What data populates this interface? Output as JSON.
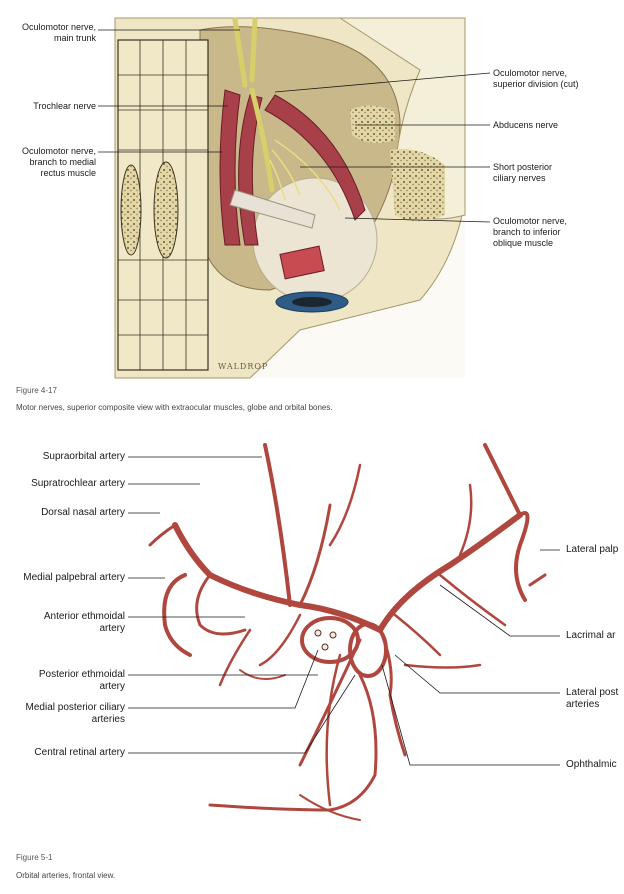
{
  "figure1": {
    "number": "Figure 4-17",
    "caption": "Motor nerves, superior composite view with extraocular muscles, globe and orbital bones.",
    "signature": "WALDROP",
    "labels_left": [
      {
        "line1": "Oculomotor nerve,",
        "line2": "main trunk"
      },
      {
        "line1": "Trochlear nerve",
        "line2": ""
      },
      {
        "line1": "Oculomotor nerve,",
        "line2": "branch to medial",
        "line3": "rectus muscle"
      }
    ],
    "labels_right": [
      {
        "line1": "Oculomotor nerve,",
        "line2": "superior division (cut)"
      },
      {
        "line1": "Abducens nerve",
        "line2": ""
      },
      {
        "line1": "Short posterior",
        "line2": "ciliary nerves"
      },
      {
        "line1": "Oculomotor nerve,",
        "line2": "branch to inferior",
        "line3": "oblique muscle"
      }
    ]
  },
  "figure2": {
    "number": "Figure 5-1",
    "caption": "Orbital arteries, frontal view.",
    "labels_left": [
      {
        "line1": "Supraorbital artery"
      },
      {
        "line1": "Supratrochlear artery"
      },
      {
        "line1": "Dorsal nasal artery"
      },
      {
        "line1": "Medial palpebral artery"
      },
      {
        "line1": "Anterior ethmoidal",
        "line2": "artery"
      },
      {
        "line1": "Posterior ethmoidal",
        "line2": "artery"
      },
      {
        "line1": "Medial posterior ciliary",
        "line2": "arteries"
      },
      {
        "line1": "Central retinal artery"
      }
    ],
    "labels_right": [
      {
        "line1": "Lateral palp"
      },
      {
        "line1": "Lacrimal ar"
      },
      {
        "line1": "Lateral post",
        "line2": "arteries"
      },
      {
        "line1": "Ophthalmic"
      }
    ]
  },
  "colors": {
    "bone": "#efe6c6",
    "bone_dark": "#d8c99a",
    "muscle": "#a8404a",
    "artery": "#b0473e",
    "nerve": "#f0e9a8",
    "sclera": "#ece5d4"
  }
}
